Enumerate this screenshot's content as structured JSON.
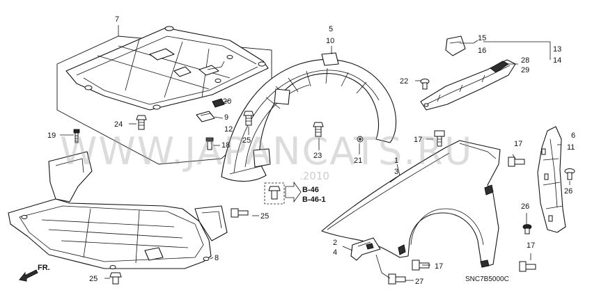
{
  "watermark": {
    "site": "WWW.JAPANCATS.RU",
    "year": ".2010"
  },
  "diagram_code": "SNC7B5000C",
  "direction_label": "FR.",
  "references": [
    "B-46",
    "B-46-1"
  ],
  "callouts": {
    "c1": "1",
    "c2": "2",
    "c3": "3",
    "c4": "4",
    "c5": "5",
    "c6": "6",
    "c7": "7",
    "c8": "8",
    "c9": "9",
    "c10": "10",
    "c11": "11",
    "c12": "12",
    "c13": "13",
    "c14": "14",
    "c15": "15",
    "c16": "16",
    "c17a": "17",
    "c17b": "17",
    "c17c": "17",
    "c17d": "17",
    "c18": "18",
    "c19": "19",
    "c20": "20",
    "c21": "21",
    "c22": "22",
    "c23": "23",
    "c24": "24",
    "c25a": "25",
    "c25b": "25",
    "c25c": "25",
    "c26a": "26",
    "c26b": "26",
    "c27": "27",
    "c28": "28",
    "c29": "29"
  }
}
